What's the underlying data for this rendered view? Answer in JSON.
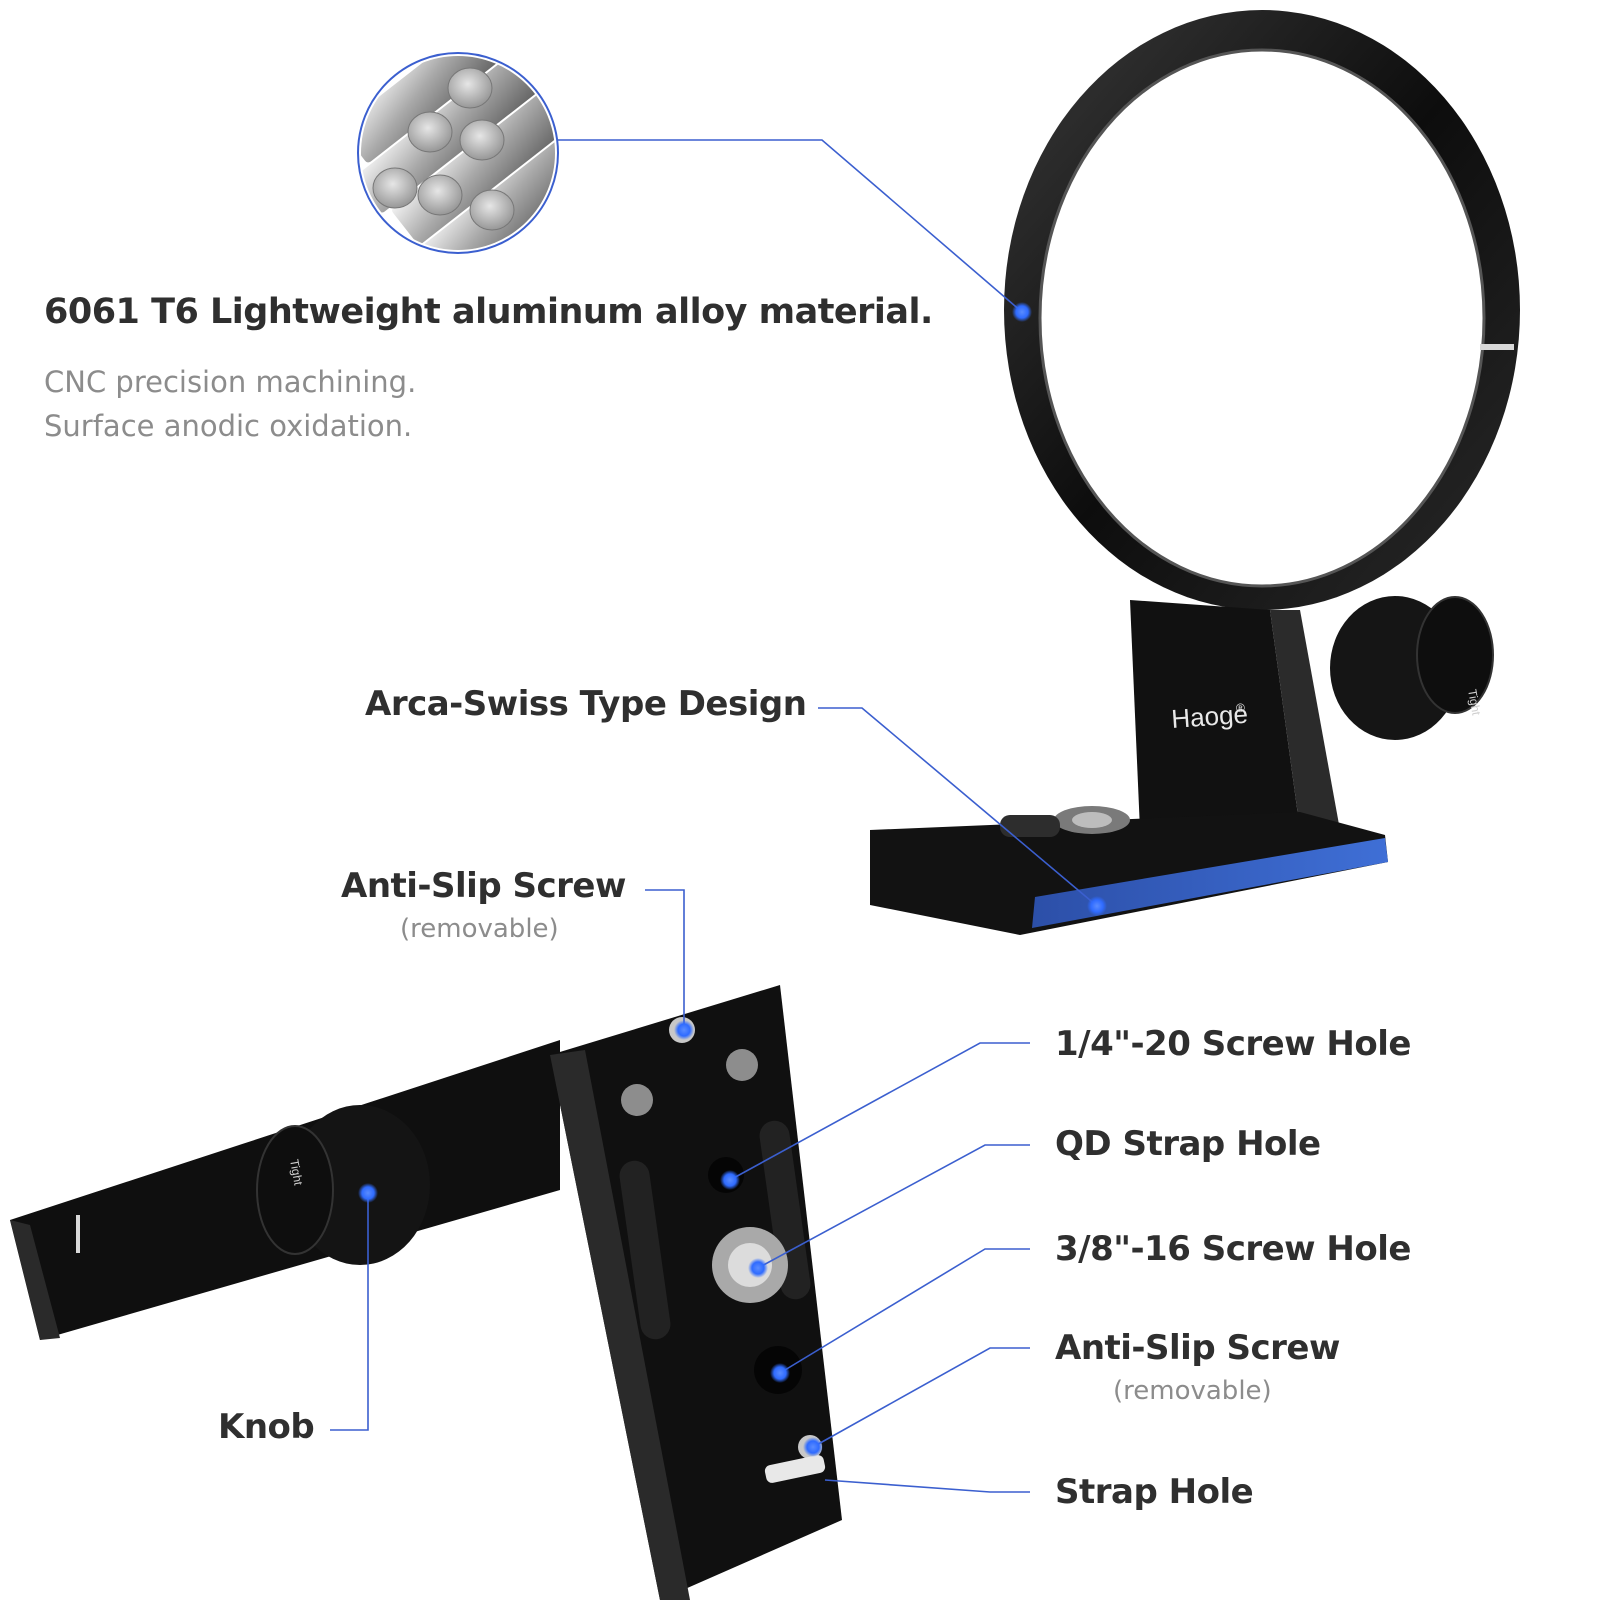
{
  "material": {
    "title": "6061 T6 Lightweight aluminum alloy material.",
    "desc_line1": "CNC precision machining.",
    "desc_line2": "Surface anodic oxidation."
  },
  "brand": {
    "logo_text": "Haoge",
    "registered_mark": "®",
    "knob_engraving": "Tight"
  },
  "callouts": {
    "arca": {
      "label": "Arca-Swiss Type Design"
    },
    "anti_slip_top": {
      "label": "Anti-Slip Screw",
      "sub": "(removable)"
    },
    "screw_hole_quarter": {
      "label": "1/4\"-20 Screw Hole"
    },
    "qd_strap_hole": {
      "label": "QD Strap Hole"
    },
    "screw_hole_three_eighths": {
      "label": "3/8\"-16 Screw Hole"
    },
    "anti_slip_bottom": {
      "label": "Anti-Slip Screw",
      "sub": "(removable)"
    },
    "strap_hole": {
      "label": "Strap Hole"
    },
    "knob": {
      "label": "Knob"
    }
  },
  "colors": {
    "accent": "#3b5fcf",
    "dot": "#2f6bff",
    "heading": "#2f2f2f",
    "subtext": "#8c8c8c",
    "metal": "#141414"
  },
  "icons": [
    "aluminum-rods-icon"
  ]
}
